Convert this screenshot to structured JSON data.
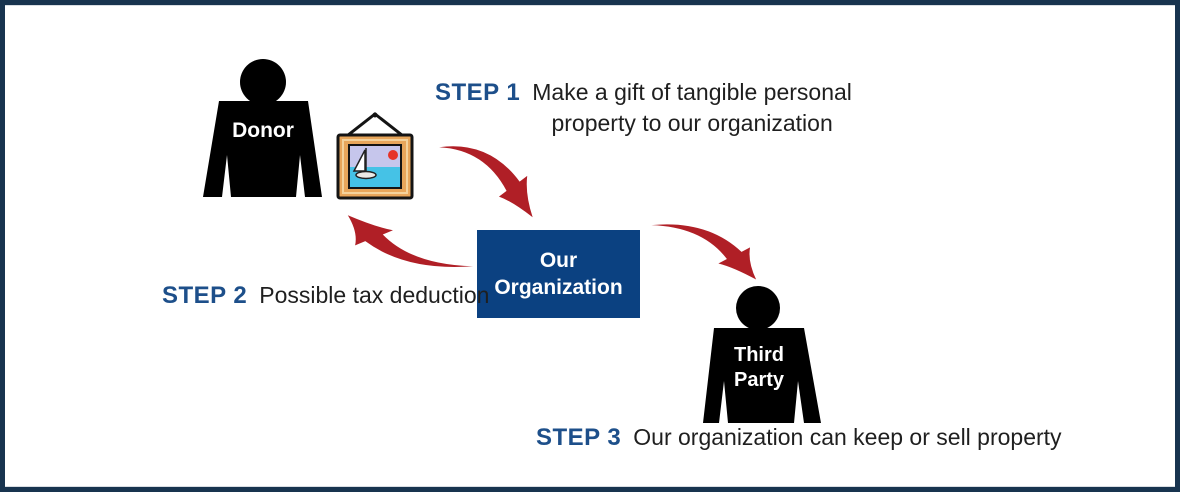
{
  "diagram": {
    "donor": {
      "label": "Donor"
    },
    "gift_icon": {
      "name": "framed-sailboat-picture"
    },
    "organization": {
      "line1": "Our",
      "line2": "Organization"
    },
    "third_party": {
      "line1": "Third",
      "line2": "Party"
    },
    "steps": [
      {
        "label": "STEP 1",
        "line1": "Make a gift of tangible personal",
        "line2": "property to our organization"
      },
      {
        "label": "STEP 2",
        "line1": "Possible tax deduction"
      },
      {
        "label": "STEP 3",
        "line1": "Our organization can keep or sell property"
      }
    ],
    "colors": {
      "step_label": "#1d4f8a",
      "box_fill": "#0b4181",
      "box_text": "#ffffff",
      "arrow_red": "#b01f26",
      "border_navy": "#18344f",
      "figure_black": "#000000",
      "text_black": "#1f1f1f",
      "frame_tan": "#e8a65b",
      "sky_lavender": "#c6c6ec",
      "water_cyan": "#45c2e6",
      "sun_red": "#e63328"
    }
  }
}
